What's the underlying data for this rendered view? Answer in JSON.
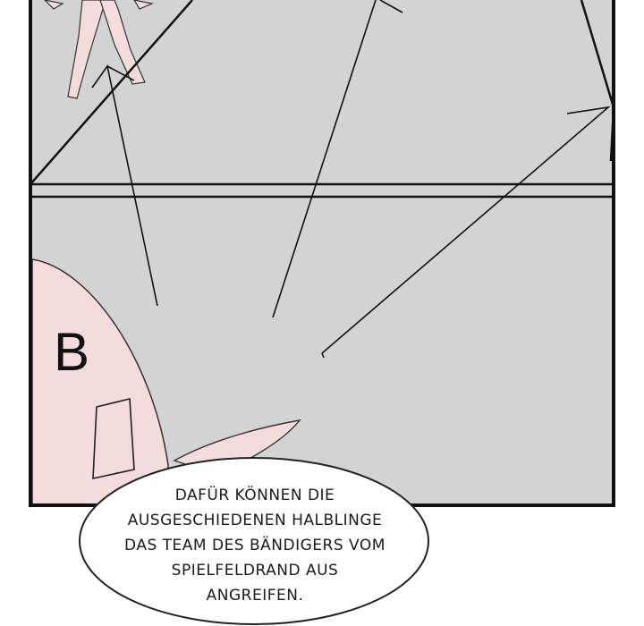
{
  "panel": {
    "letter": "B",
    "colors": {
      "background": "#d3d3d3",
      "skin": "#f5dcdc",
      "ink": "#111111"
    }
  },
  "speech_bubble": {
    "lines": [
      "DAFÜR KÖNNEN DIE",
      "AUSGESCHIEDENEN HALBLINGE",
      "DAS TEAM DES BÄNDIGERS VOM",
      "SPIELFELDRAND AUS",
      "ANGREIFEN."
    ]
  }
}
